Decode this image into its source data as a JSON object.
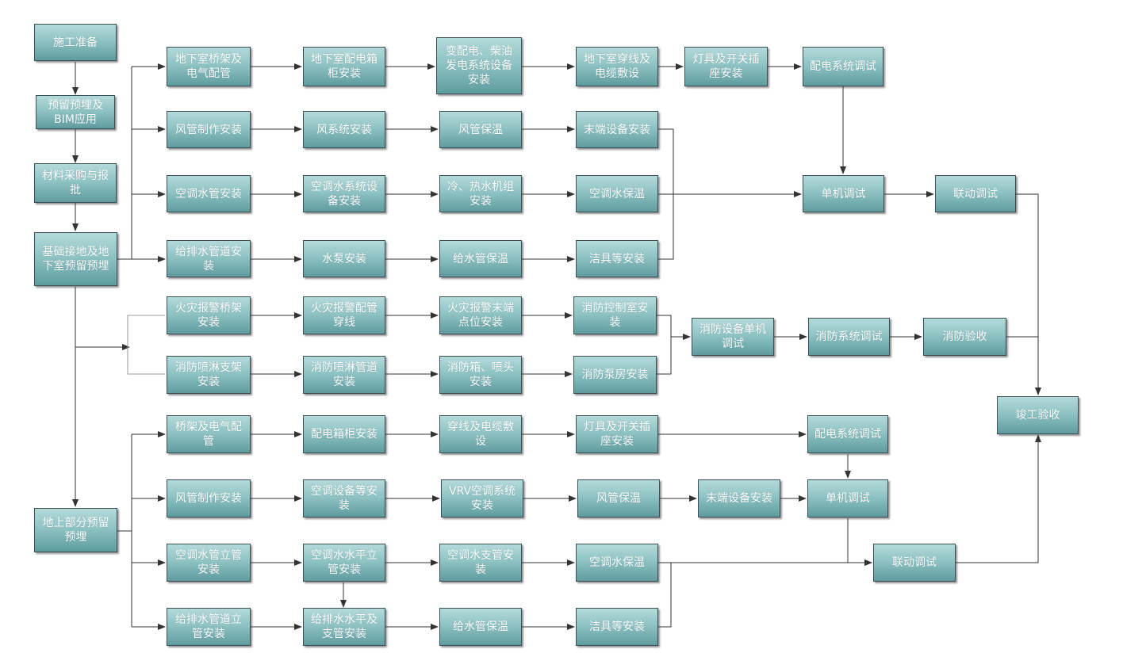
{
  "diagram": {
    "nodes": {
      "n_prep": "施工准备",
      "n_bim": "预留预埋及BIM应用",
      "n_mat": "材料采购与报批",
      "n_base": "基础接地及地下室预留预埋",
      "n_above": "地上部分预留预埋",
      "r1c1": "地下室桥架及电气配管",
      "r1c2": "地下室配电箱柜安装",
      "r1c3": "变配电、柴油发电系统设备安装",
      "r1c4": "地下室穿线及电缆敷设",
      "r1c5": "灯具及开关插座安装",
      "r1c6": "配电系统调试",
      "r2c1": "风管制作安装",
      "r2c2": "风系统安装",
      "r2c3": "风管保温",
      "r2c4": "末端设备安装",
      "r3c1": "空调水管安装",
      "r3c2": "空调水系统设备安装",
      "r3c3": "冷、热水机组安装",
      "r3c4": "空调水保温",
      "r3_single": "单机调试",
      "r3_link": "联动调试",
      "r4c1": "给排水管道安装",
      "r4c2": "水泵安装",
      "r4c3": "给水管保温",
      "r4c4": "洁具等安装",
      "f1c1": "火灾报警桥架安装",
      "f1c2": "火灾报警配管穿线",
      "f1c3": "火灾报警末端点位安装",
      "f1c4": "消防控制室安装",
      "f2c1": "消防喷淋支架安装",
      "f2c2": "消防喷淋管道安装",
      "f2c3": "消防箱、喷头安装",
      "f2c4": "消防泵房安装",
      "f_single": "消防设备单机调试",
      "f_sys": "消防系统调试",
      "f_accept": "消防验收",
      "final": "竣工验收",
      "a1c1": "桥架及电气配管",
      "a1c2": "配电箱柜安装",
      "a1c3": "穿线及电缆敷设",
      "a1c4": "灯具及开关插座安装",
      "a1c5": "配电系统调试",
      "a2c1": "风管制作安装",
      "a2c2": "空调设备等安装",
      "a2c3": "VRV空调系统安装",
      "a2c4": "风管保温",
      "a2c5": "末端设备安装",
      "a2c6": "单机调试",
      "a3c1": "空调水管立管安装",
      "a3c2": "空调水水平立管安装",
      "a3c3": "空调水支管安装",
      "a3c4": "空调水保温",
      "a3_link": "联动调试",
      "a4c1": "给排水管道立管安装",
      "a4c2": "给排水水平及支管安装",
      "a4c3": "给水管保温",
      "a4c4": "洁具等安装"
    }
  }
}
